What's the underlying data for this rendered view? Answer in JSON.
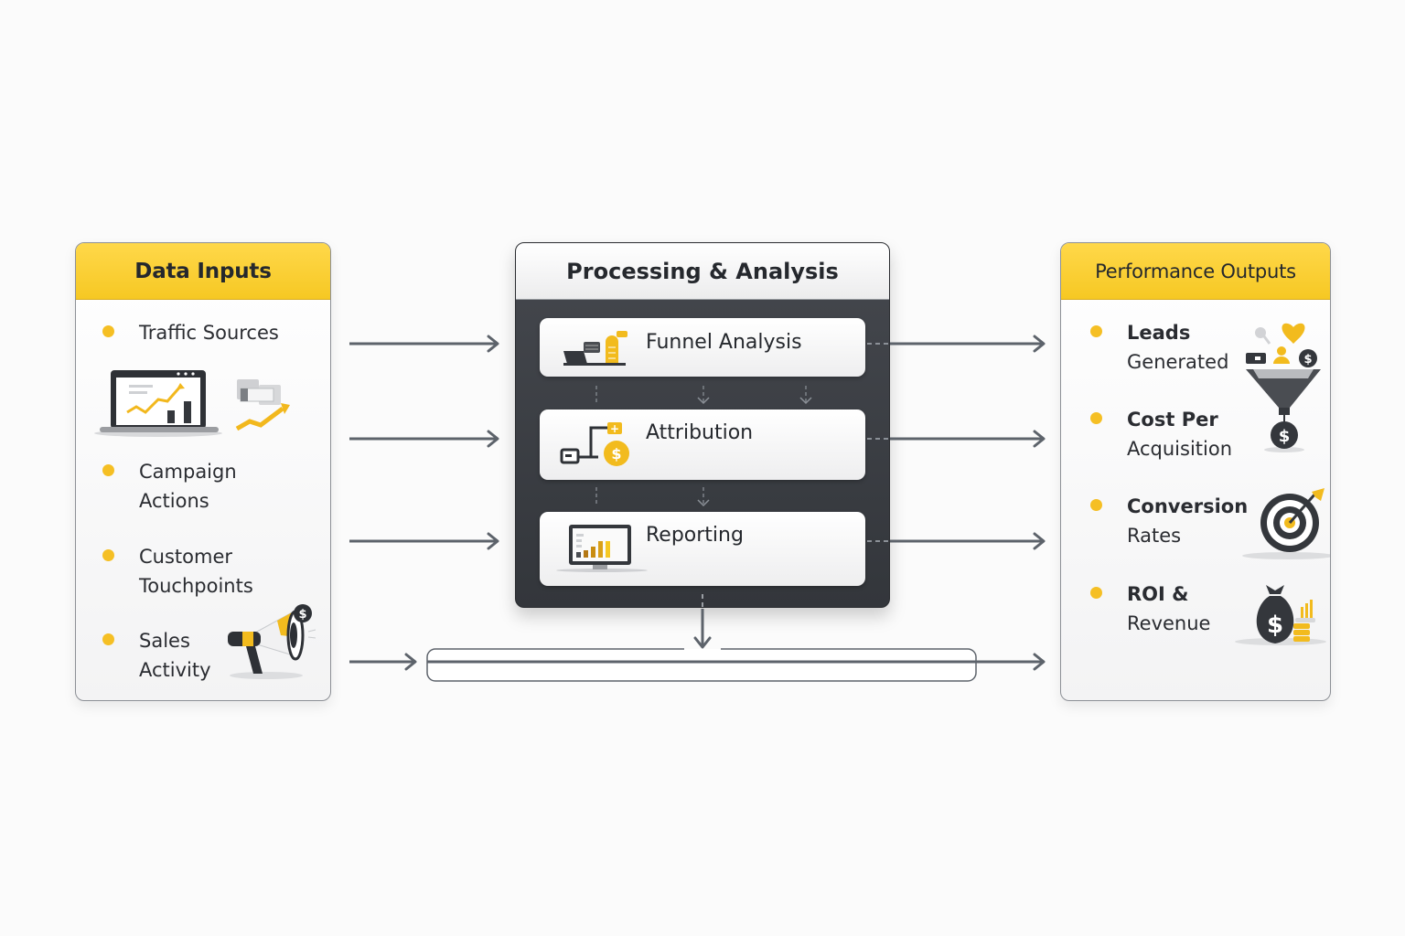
{
  "diagram": {
    "inputs_panel": {
      "title": "Data Inputs",
      "items": [
        {
          "label": "Traffic Sources",
          "icon": "laptop-growth-chart-icon"
        },
        {
          "label_line1": "Campaign",
          "label_line2": "Actions"
        },
        {
          "label_line1": "Customer",
          "label_line2": "Touchpoints"
        },
        {
          "label_line1": "Sales",
          "label_line2": "Activity",
          "icon": "megaphone-dollar-icon"
        }
      ]
    },
    "processing_panel": {
      "title": "Processing & Analysis",
      "steps": [
        {
          "label": "Funnel Analysis",
          "icon": "funnel-analysis-icon"
        },
        {
          "label": "Attribution",
          "icon": "attribution-dollar-icon"
        },
        {
          "label": "Reporting",
          "icon": "monitor-bar-chart-icon"
        }
      ]
    },
    "outputs_panel": {
      "title": "Performance Outputs",
      "items": [
        {
          "label_bold": "Leads",
          "label_sub": "Generated",
          "icon": "lead-funnel-icon"
        },
        {
          "label_bold": "Cost Per",
          "label_sub": "Acquisition",
          "icon": "dollar-coin-icon"
        },
        {
          "label_bold": "Conversion",
          "label_sub": "Rates",
          "icon": "target-arrow-icon"
        },
        {
          "label_bold": "ROI &",
          "label_sub": "Revenue",
          "icon": "money-bag-icon"
        }
      ]
    },
    "colors": {
      "accent_yellow": "#f6c823",
      "dark_panel": "#3c3f44",
      "arrow": "#5d636b",
      "text": "#2a2c31"
    }
  }
}
